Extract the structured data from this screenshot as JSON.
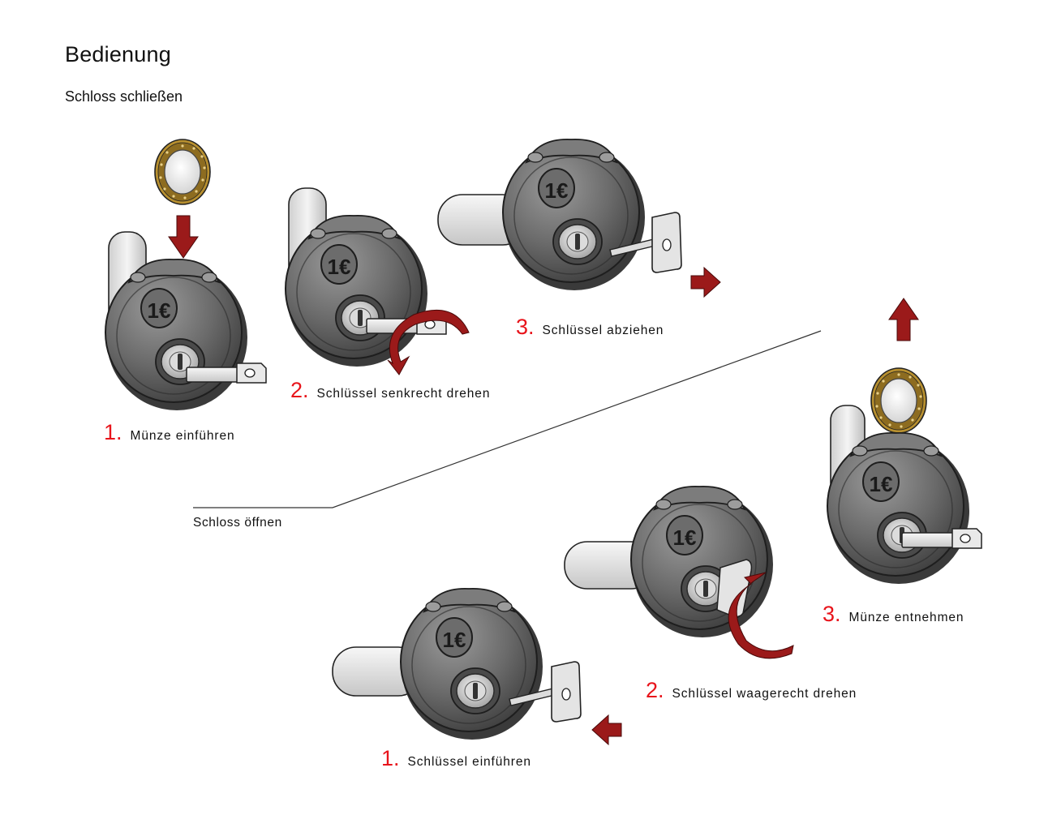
{
  "title": "Bedienung",
  "section_close": {
    "label": "Schloss schließen",
    "steps": [
      {
        "number": "1.",
        "text": "Münze einführen"
      },
      {
        "number": "2.",
        "text": "Schlüssel senkrecht drehen"
      },
      {
        "number": "3.",
        "text": "Schlüssel abziehen"
      }
    ]
  },
  "section_open": {
    "label": "Schloss öffnen",
    "steps": [
      {
        "number": "1.",
        "text": "Schlüssel einführen"
      },
      {
        "number": "2.",
        "text": "Schlüssel waagerecht drehen"
      },
      {
        "number": "3.",
        "text": "Münze entnehmen"
      }
    ]
  },
  "lock_badge": "1€",
  "colors": {
    "step_number": "#e8141b",
    "arrow": "#9b1a1a",
    "lock_body": "#5a5a5a",
    "coin_ring": "#b8902f"
  }
}
